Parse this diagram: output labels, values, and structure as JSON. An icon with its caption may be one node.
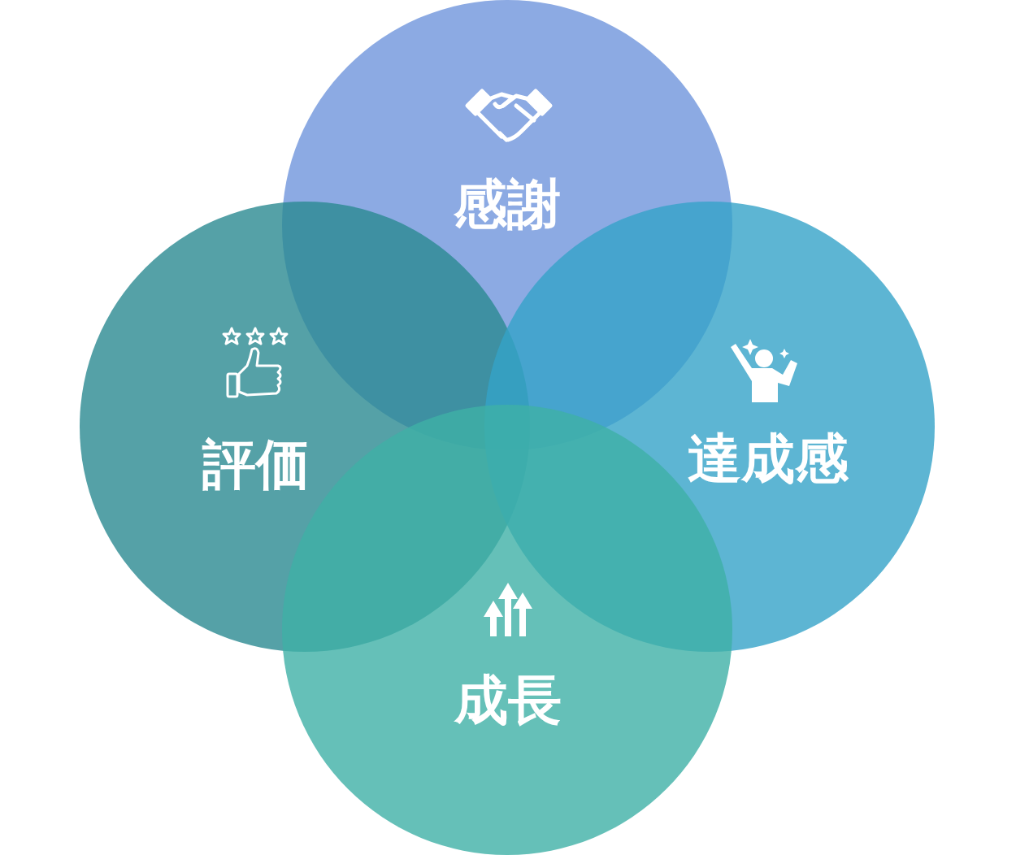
{
  "diagram": {
    "nodes": [
      {
        "text": [
          "感謝"
        ]
      },
      {
        "text": [
          "評価"
        ]
      },
      {
        "text": [
          "達成感"
        ]
      },
      {
        "text": [
          "成長"
        ]
      }
    ]
  }
}
